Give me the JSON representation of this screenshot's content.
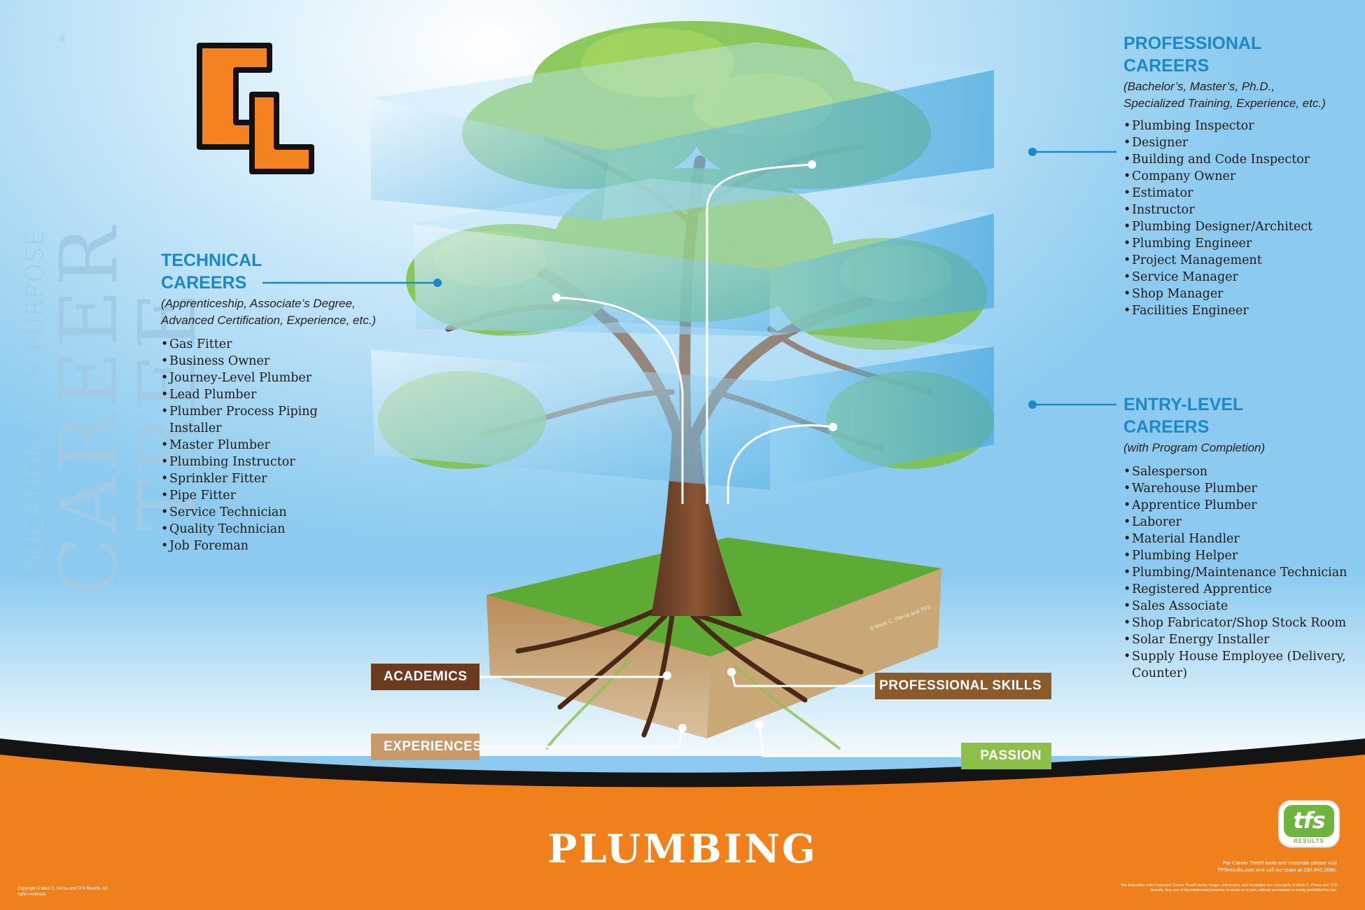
{
  "brand": {
    "tagline": "EDUCATION WITH PURPOSE",
    "title": "CAREER TREE",
    "trademark": "®",
    "logo_letters": "CL"
  },
  "professional": {
    "heading_line1": "PROFESSIONAL",
    "heading_line2": "CAREERS",
    "sub_line1": "(Bachelor’s, Master’s, Ph.D.,",
    "sub_line2": "Specialized Training, Experience, etc.)",
    "items": [
      "Plumbing Inspector",
      "Designer",
      "Building and Code Inspector",
      "Company Owner",
      "Estimator",
      "Instructor",
      "Plumbing Designer/Architect",
      "Plumbing Engineer",
      "Project Management",
      "Service Manager",
      "Shop Manager",
      "Facilities Engineer"
    ]
  },
  "technical": {
    "heading_line1": "TECHNICAL",
    "heading_line2": "CAREERS",
    "sub_line1": "(Apprenticeship, Associate’s Degree,",
    "sub_line2": "Advanced Certification, Experience, etc.)",
    "items": [
      "Gas Fitter",
      "Business Owner",
      "Journey-Level Plumber",
      "Lead Plumber",
      "Plumber Process Piping Installer",
      "Master Plumber",
      "Plumbing Instructor",
      "Sprinkler Fitter",
      "Pipe Fitter",
      "Service Technician",
      "Quality Technician",
      "Job Foreman"
    ]
  },
  "entry": {
    "heading_line1": "ENTRY-LEVEL",
    "heading_line2": "CAREERS",
    "sub_line1": "(with Program Completion)",
    "items": [
      "Salesperson",
      "Warehouse Plumber",
      "Apprentice Plumber",
      "Laborer",
      "Material Handler",
      "Plumbing Helper",
      "Plumbing/Maintenance Technician",
      "Registered Apprentice",
      "Sales Associate",
      "Shop Fabricator/Shop Stock Room",
      "Solar Energy Installer",
      "Supply House Employee (Delivery, Counter)"
    ]
  },
  "roots": {
    "academics": "ACADEMICS",
    "professional_skills": "PROFESSIONAL SKILLS",
    "experiences": "EXPERIENCES",
    "passion": "PASSION"
  },
  "copyright_art": "© Mark C. Perna and TFS",
  "footer": {
    "title": "PLUMBING",
    "copyright": "Copyright © Mark C. Perna and TFS Results. All rights reserved.",
    "cta_line1": "For Career Tree® tools and materials please visit",
    "cta_line2": "TFSresults.com and call our team at 330.940.2680.",
    "legal": "The Education with Purpose® Career Tree® name, image, philosophy, and strategies are copyrights of Mark C. Perna and TFS Results. Any use of the intellectual property, in whole or in part, without permission is strictly prohibited by law.",
    "tfs_logo": "tfs",
    "tfs_sub": "RESULTS"
  },
  "colors": {
    "sky": "#a9d8f3",
    "accent_blue": "#1d88c7",
    "footer_orange": "#f0801c",
    "logo_orange": "#f58220",
    "academics": "#6b3a1f",
    "professional_skills": "#8b5a2b",
    "experiences": "#c89a6a",
    "passion": "#8dbf4b"
  }
}
